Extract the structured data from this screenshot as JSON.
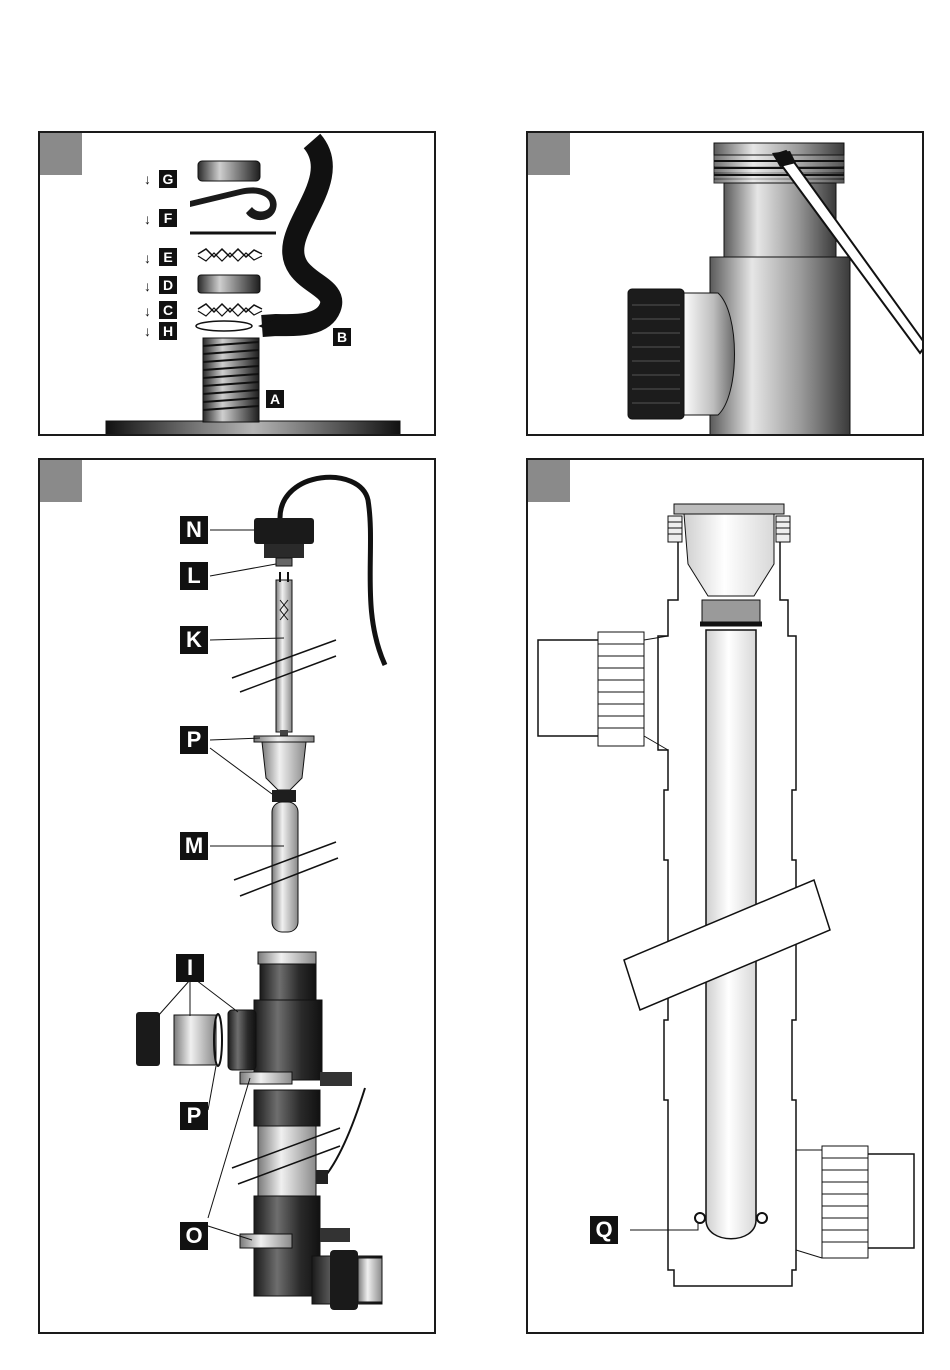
{
  "panel1": {
    "labels": {
      "g": "G",
      "f": "F",
      "e": "E",
      "d": "D",
      "c": "C",
      "h": "H",
      "b": "B",
      "a": "A"
    },
    "arrow": "↓"
  },
  "panel2": {},
  "panel3": {
    "labels": {
      "n": "N",
      "l": "L",
      "k": "K",
      "p1": "P",
      "m": "M",
      "i": "I",
      "p2": "P",
      "o": "O"
    }
  },
  "panel4": {
    "labels": {
      "q": "Q"
    }
  }
}
